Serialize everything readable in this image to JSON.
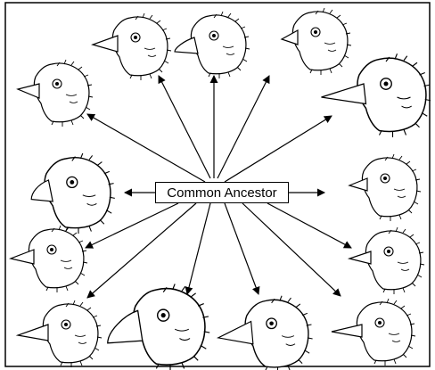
{
  "center_label": "Common Ancestor",
  "colors": {
    "ink": "#000000",
    "paper": "#ffffff"
  },
  "bird_heads": [
    "finch-head-top-left",
    "finch-head-top-center",
    "finch-head-top-right",
    "finch-head-upper-left",
    "finch-head-upper-right",
    "finch-head-middle-left",
    "finch-head-middle-right",
    "finch-head-lower-left",
    "finch-head-lower-right",
    "finch-head-bottom-1",
    "finch-head-bottom-2",
    "finch-head-bottom-3",
    "finch-head-bottom-4"
  ]
}
